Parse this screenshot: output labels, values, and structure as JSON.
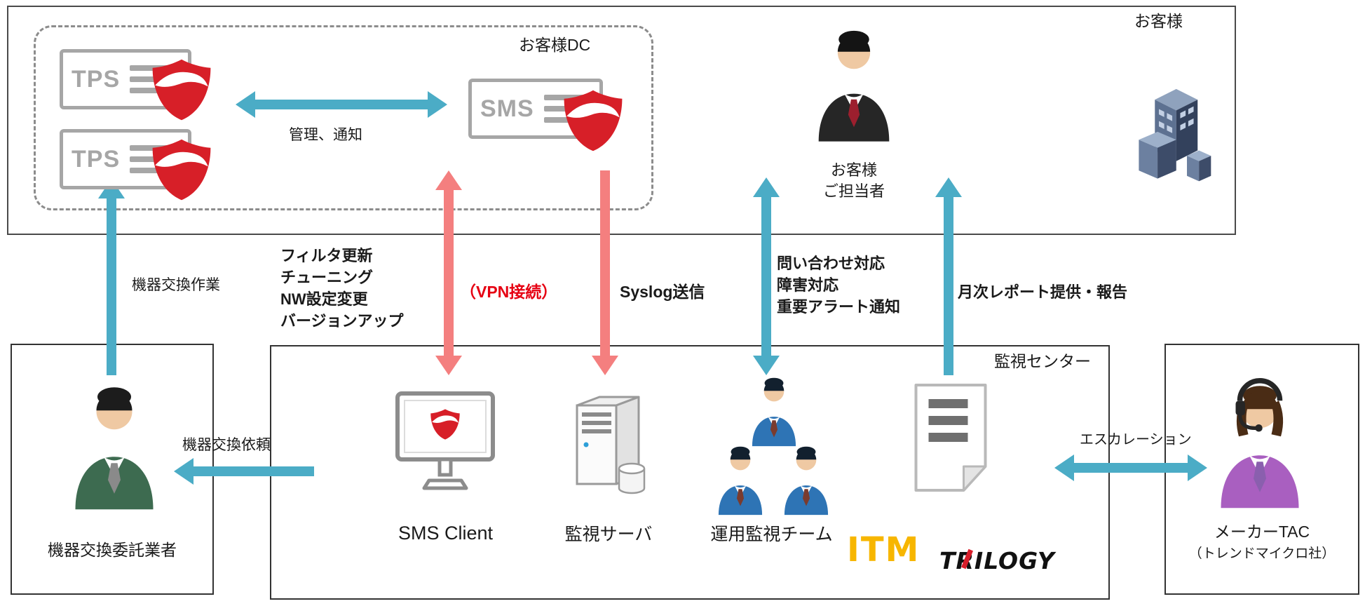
{
  "colors": {
    "arrow_teal": "#4BACC6",
    "arrow_red": "#F47F7F",
    "vpn_text_red": "#E60012",
    "shield_red": "#D71F28",
    "device_gray": "#A6A6A6",
    "logo_yellow": "#F7B600"
  },
  "customer": {
    "box_label": "お客様",
    "dc": {
      "box_label": "お客様DC",
      "tps1_label": "TPS",
      "tps2_label": "TPS",
      "sms_label": "SMS",
      "manage_notify": "管理、通知"
    },
    "contact": {
      "line1": "お客様",
      "line2": "ご担当者"
    }
  },
  "flows": {
    "device_replacement_work": "機器交換作業",
    "maintenance_lines": [
      "フィルタ更新",
      "チューニング",
      "NW設定変更",
      "バージョンアップ"
    ],
    "vpn": "（VPN接続）",
    "syslog": "Syslog送信",
    "inquiry_lines": [
      "問い合わせ対応",
      "障害対応",
      "重要アラート通知"
    ],
    "monthly_report": "月次レポート提供・報告",
    "replacement_request": "機器交換依頼",
    "escalation": "エスカレーション"
  },
  "monitoring": {
    "box_label": "監視センター",
    "sms_client": "SMS Client",
    "server": "監視サーバ",
    "team": "運用監視チーム",
    "logo_itm": "ITM",
    "logo_trilogy": "TRILOGY"
  },
  "contractor": {
    "label": "機器交換委託業者"
  },
  "tac": {
    "name": "メーカーTAC",
    "company": "（トレンドマイクロ社）"
  }
}
